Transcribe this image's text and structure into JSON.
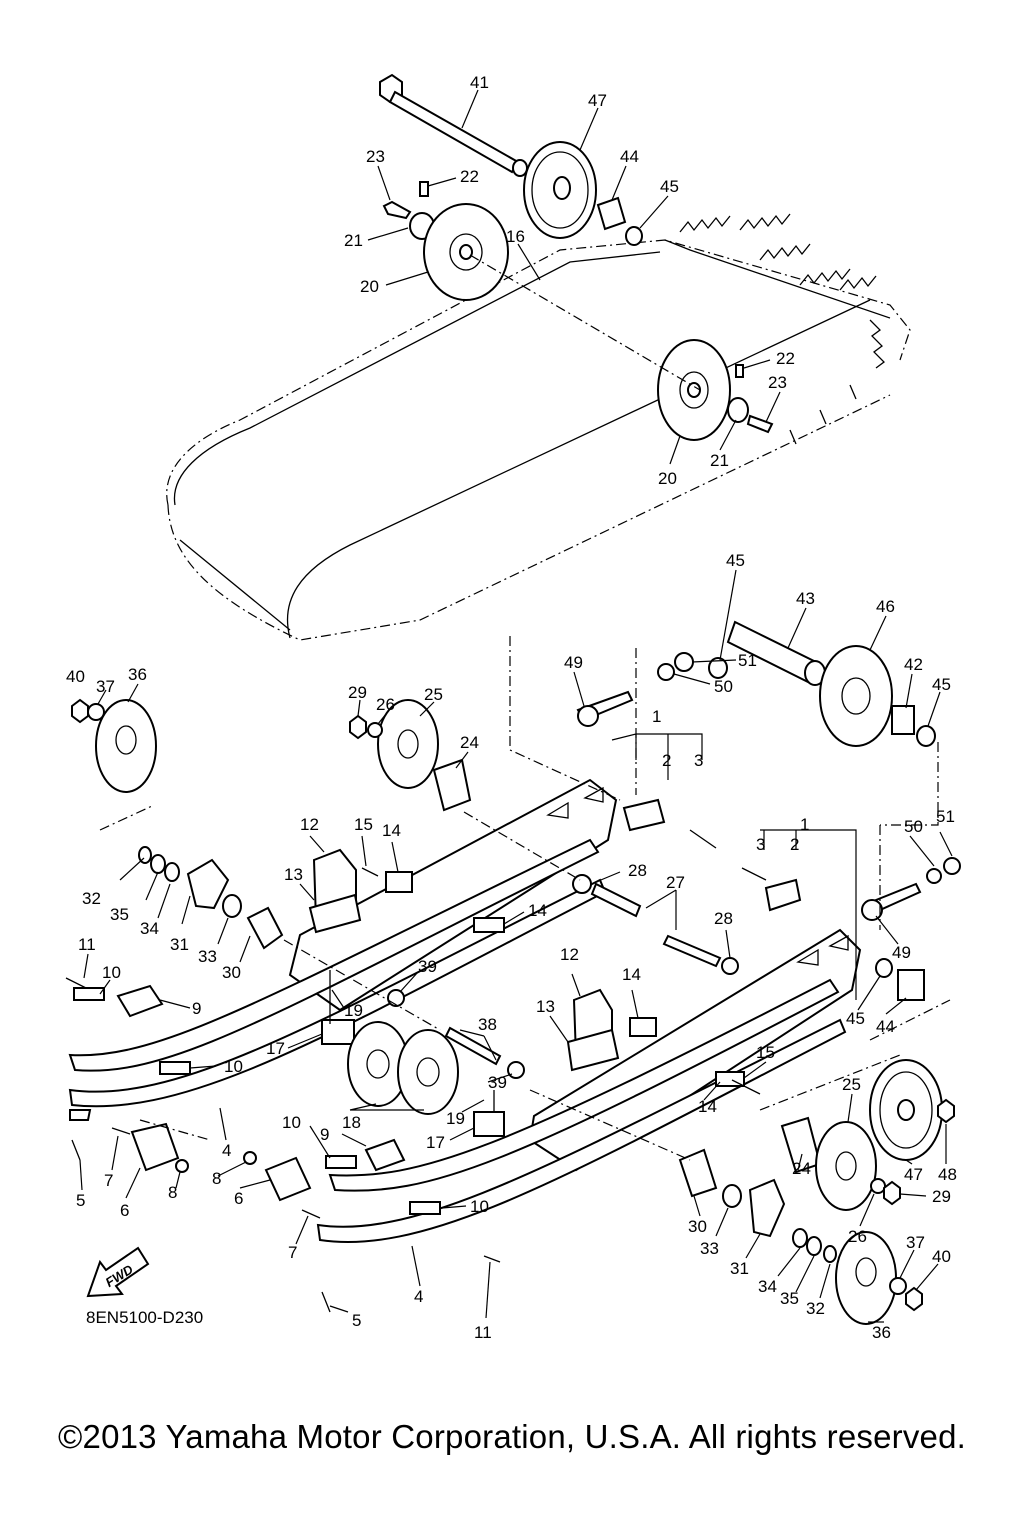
{
  "diagram": {
    "catalog_code": "8EN5100-D230",
    "fwd_label": "FWD",
    "copyright": "©2013 Yamaha Motor Corporation, U.S.A. All rights reserved."
  },
  "callouts": [
    {
      "id": "c41",
      "text": "41"
    },
    {
      "id": "c47a",
      "text": "47"
    },
    {
      "id": "c23a",
      "text": "23"
    },
    {
      "id": "c22a",
      "text": "22"
    },
    {
      "id": "c44a",
      "text": "44"
    },
    {
      "id": "c45a",
      "text": "45"
    },
    {
      "id": "c21a",
      "text": "21"
    },
    {
      "id": "c16",
      "text": "16"
    },
    {
      "id": "c20a",
      "text": "20"
    },
    {
      "id": "c22b",
      "text": "22"
    },
    {
      "id": "c23b",
      "text": "23"
    },
    {
      "id": "c20b",
      "text": "20"
    },
    {
      "id": "c21b",
      "text": "21"
    },
    {
      "id": "c45b",
      "text": "45"
    },
    {
      "id": "c43",
      "text": "43"
    },
    {
      "id": "c46",
      "text": "46"
    },
    {
      "id": "c49a",
      "text": "49"
    },
    {
      "id": "c51a",
      "text": "51"
    },
    {
      "id": "c50a",
      "text": "50"
    },
    {
      "id": "c42",
      "text": "42"
    },
    {
      "id": "c45c",
      "text": "45"
    },
    {
      "id": "c40a",
      "text": "40"
    },
    {
      "id": "c37a",
      "text": "37"
    },
    {
      "id": "c36a",
      "text": "36"
    },
    {
      "id": "c29a",
      "text": "29"
    },
    {
      "id": "c26a",
      "text": "26"
    },
    {
      "id": "c25a",
      "text": "25"
    },
    {
      "id": "c24a",
      "text": "24"
    },
    {
      "id": "c1a",
      "text": "1"
    },
    {
      "id": "c2a",
      "text": "2"
    },
    {
      "id": "c3a",
      "text": "3"
    },
    {
      "id": "c12a",
      "text": "12"
    },
    {
      "id": "c15a",
      "text": "15"
    },
    {
      "id": "c14a",
      "text": "14"
    },
    {
      "id": "c13a",
      "text": "13"
    },
    {
      "id": "c32a",
      "text": "32"
    },
    {
      "id": "c35a",
      "text": "35"
    },
    {
      "id": "c34a",
      "text": "34"
    },
    {
      "id": "c31a",
      "text": "31"
    },
    {
      "id": "c33a",
      "text": "33"
    },
    {
      "id": "c30a",
      "text": "30"
    },
    {
      "id": "c28a",
      "text": "28"
    },
    {
      "id": "c27",
      "text": "27"
    },
    {
      "id": "c14b",
      "text": "14"
    },
    {
      "id": "c1b",
      "text": "1"
    },
    {
      "id": "c3b",
      "text": "3"
    },
    {
      "id": "c2b",
      "text": "2"
    },
    {
      "id": "c50b",
      "text": "50"
    },
    {
      "id": "c51b",
      "text": "51"
    },
    {
      "id": "c28b",
      "text": "28"
    },
    {
      "id": "c49b",
      "text": "49"
    },
    {
      "id": "c11a",
      "text": "11"
    },
    {
      "id": "c10a",
      "text": "10"
    },
    {
      "id": "c9a",
      "text": "9"
    },
    {
      "id": "c19a",
      "text": "19"
    },
    {
      "id": "c39a",
      "text": "39"
    },
    {
      "id": "c12b",
      "text": "12"
    },
    {
      "id": "c14c",
      "text": "14"
    },
    {
      "id": "c13b",
      "text": "13"
    },
    {
      "id": "c38",
      "text": "38"
    },
    {
      "id": "c45d",
      "text": "45"
    },
    {
      "id": "c44b",
      "text": "44"
    },
    {
      "id": "c17a",
      "text": "17"
    },
    {
      "id": "c10b",
      "text": "10"
    },
    {
      "id": "c15b",
      "text": "15"
    },
    {
      "id": "c18",
      "text": "18"
    },
    {
      "id": "c39b",
      "text": "39"
    },
    {
      "id": "c14d",
      "text": "14"
    },
    {
      "id": "c19b",
      "text": "19"
    },
    {
      "id": "c17b",
      "text": "17"
    },
    {
      "id": "c25b",
      "text": "25"
    },
    {
      "id": "c10c",
      "text": "10"
    },
    {
      "id": "c9b",
      "text": "9"
    },
    {
      "id": "c24b",
      "text": "24"
    },
    {
      "id": "c47b",
      "text": "47"
    },
    {
      "id": "c48",
      "text": "48"
    },
    {
      "id": "c29b",
      "text": "29"
    },
    {
      "id": "c26b",
      "text": "26"
    },
    {
      "id": "c4a",
      "text": "4"
    },
    {
      "id": "c7a",
      "text": "7"
    },
    {
      "id": "c8a",
      "text": "8"
    },
    {
      "id": "c6a",
      "text": "6"
    },
    {
      "id": "c8b",
      "text": "8"
    },
    {
      "id": "c5a",
      "text": "5"
    },
    {
      "id": "c6b",
      "text": "6"
    },
    {
      "id": "c7b",
      "text": "7"
    },
    {
      "id": "c10d",
      "text": "10"
    },
    {
      "id": "c30b",
      "text": "30"
    },
    {
      "id": "c33b",
      "text": "33"
    },
    {
      "id": "c31b",
      "text": "31"
    },
    {
      "id": "c37b",
      "text": "37"
    },
    {
      "id": "c40b",
      "text": "40"
    },
    {
      "id": "c34b",
      "text": "34"
    },
    {
      "id": "c35b",
      "text": "35"
    },
    {
      "id": "c32b",
      "text": "32"
    },
    {
      "id": "c36b",
      "text": "36"
    },
    {
      "id": "c4b",
      "text": "4"
    },
    {
      "id": "c11b",
      "text": "11"
    },
    {
      "id": "c5b",
      "text": "5"
    }
  ]
}
